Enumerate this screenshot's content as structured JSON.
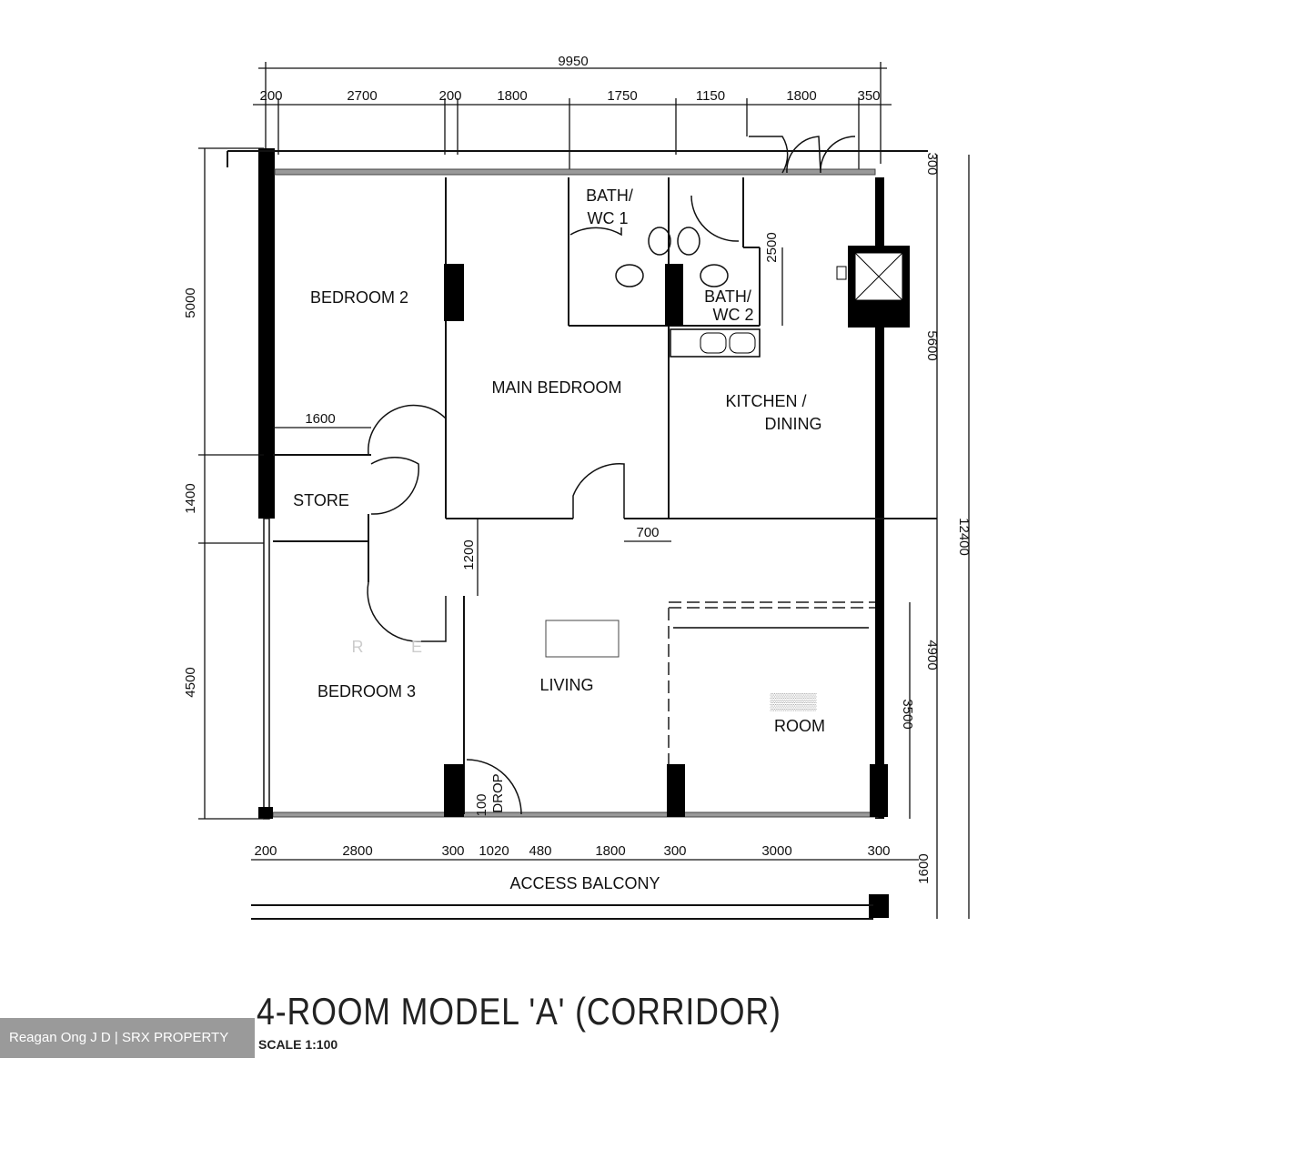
{
  "plan": {
    "title": "4-ROOM MODEL 'A' (CORRIDOR)",
    "scale": "SCALE  1:100",
    "watermark": "Reagan Ong J D | SRX PROPERTY",
    "faint_watermark": [
      "R",
      "E"
    ],
    "rooms": {
      "bedroom2": "BEDROOM  2",
      "main_bedroom": "MAIN  BEDROOM",
      "bath1_line1": "BATH/",
      "bath1_line2": "WC  1",
      "bath2_line1": "BATH/",
      "bath2_line2": "WC  2",
      "kitchen_line1": "KITCHEN  /",
      "kitchen_line2": "DINING",
      "store": "STORE",
      "bedroom3": "BEDROOM  3",
      "living": "LIVING",
      "room_obscured": "▒▒▒▒",
      "room": "ROOM",
      "access_balcony": "ACCESS  BALCONY"
    },
    "dimensions": {
      "overall_width": "9950",
      "top": [
        "200",
        "2700",
        "200",
        "1800",
        "1750",
        "1150",
        "1800",
        "350"
      ],
      "left": [
        "5000",
        "1400",
        "4500"
      ],
      "right": {
        "top_offset": "300",
        "upper": "5600",
        "overall": "12400",
        "balcony": "1600"
      },
      "interior": {
        "store_width": "1600",
        "passage": "1200",
        "door": "700",
        "wc2_depth": "2500",
        "room_outer": "4900",
        "room_inner": "3500",
        "drop_value": "100",
        "drop_label": "DROP"
      },
      "bottom": [
        "200",
        "2800",
        "300",
        "1020",
        "480",
        "1800",
        "300",
        "3000",
        "300"
      ]
    }
  }
}
